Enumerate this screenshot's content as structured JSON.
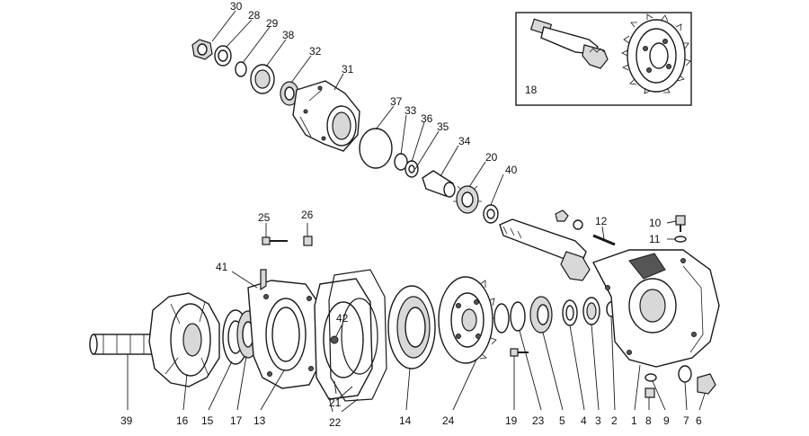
{
  "inset": {
    "label": "18"
  },
  "callouts": [
    {
      "id": "c30",
      "label": "30"
    },
    {
      "id": "c28",
      "label": "28"
    },
    {
      "id": "c29",
      "label": "29"
    },
    {
      "id": "c38",
      "label": "38"
    },
    {
      "id": "c32",
      "label": "32"
    },
    {
      "id": "c31",
      "label": "31"
    },
    {
      "id": "c37",
      "label": "37"
    },
    {
      "id": "c33",
      "label": "33"
    },
    {
      "id": "c36",
      "label": "36"
    },
    {
      "id": "c35",
      "label": "35"
    },
    {
      "id": "c34",
      "label": "34"
    },
    {
      "id": "c20",
      "label": "20"
    },
    {
      "id": "c40",
      "label": "40"
    },
    {
      "id": "c25",
      "label": "25"
    },
    {
      "id": "c26",
      "label": "26"
    },
    {
      "id": "c41",
      "label": "41"
    },
    {
      "id": "c42",
      "label": "42"
    },
    {
      "id": "c12",
      "label": "12"
    },
    {
      "id": "c10",
      "label": "10"
    },
    {
      "id": "c11",
      "label": "11"
    },
    {
      "id": "c39",
      "label": "39"
    },
    {
      "id": "c16",
      "label": "16"
    },
    {
      "id": "c15",
      "label": "15"
    },
    {
      "id": "c17",
      "label": "17"
    },
    {
      "id": "c13",
      "label": "13"
    },
    {
      "id": "c21",
      "label": "21"
    },
    {
      "id": "c22",
      "label": "22"
    },
    {
      "id": "c14",
      "label": "14"
    },
    {
      "id": "c24",
      "label": "24"
    },
    {
      "id": "c19",
      "label": "19"
    },
    {
      "id": "c23",
      "label": "23"
    },
    {
      "id": "c5",
      "label": "5"
    },
    {
      "id": "c4",
      "label": "4"
    },
    {
      "id": "c3",
      "label": "3"
    },
    {
      "id": "c2",
      "label": "2"
    },
    {
      "id": "c1",
      "label": "1"
    },
    {
      "id": "c8",
      "label": "8"
    },
    {
      "id": "c9",
      "label": "9"
    },
    {
      "id": "c7",
      "label": "7"
    },
    {
      "id": "c6",
      "label": "6"
    }
  ]
}
